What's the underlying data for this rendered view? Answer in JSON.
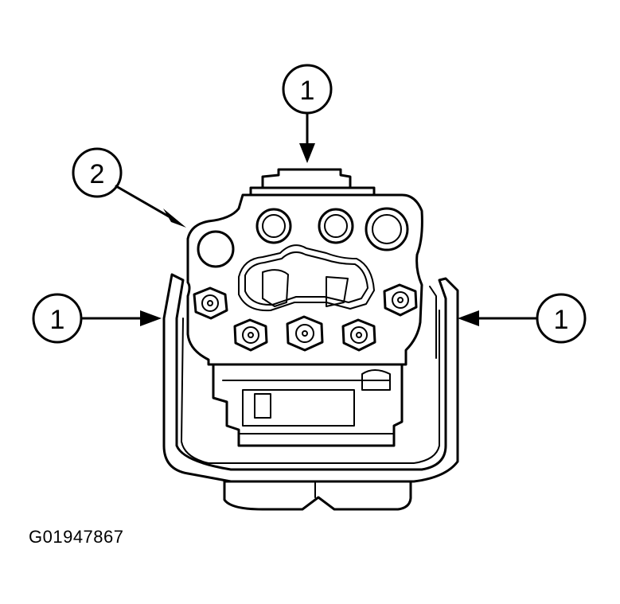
{
  "figure": {
    "id_label": "G01947867"
  },
  "callouts": [
    {
      "key": "top",
      "label": "1"
    },
    {
      "key": "left",
      "label": "1"
    },
    {
      "key": "right",
      "label": "1"
    },
    {
      "key": "unit",
      "label": "2"
    }
  ],
  "colors": {
    "line": "#000000",
    "background": "#ffffff"
  }
}
